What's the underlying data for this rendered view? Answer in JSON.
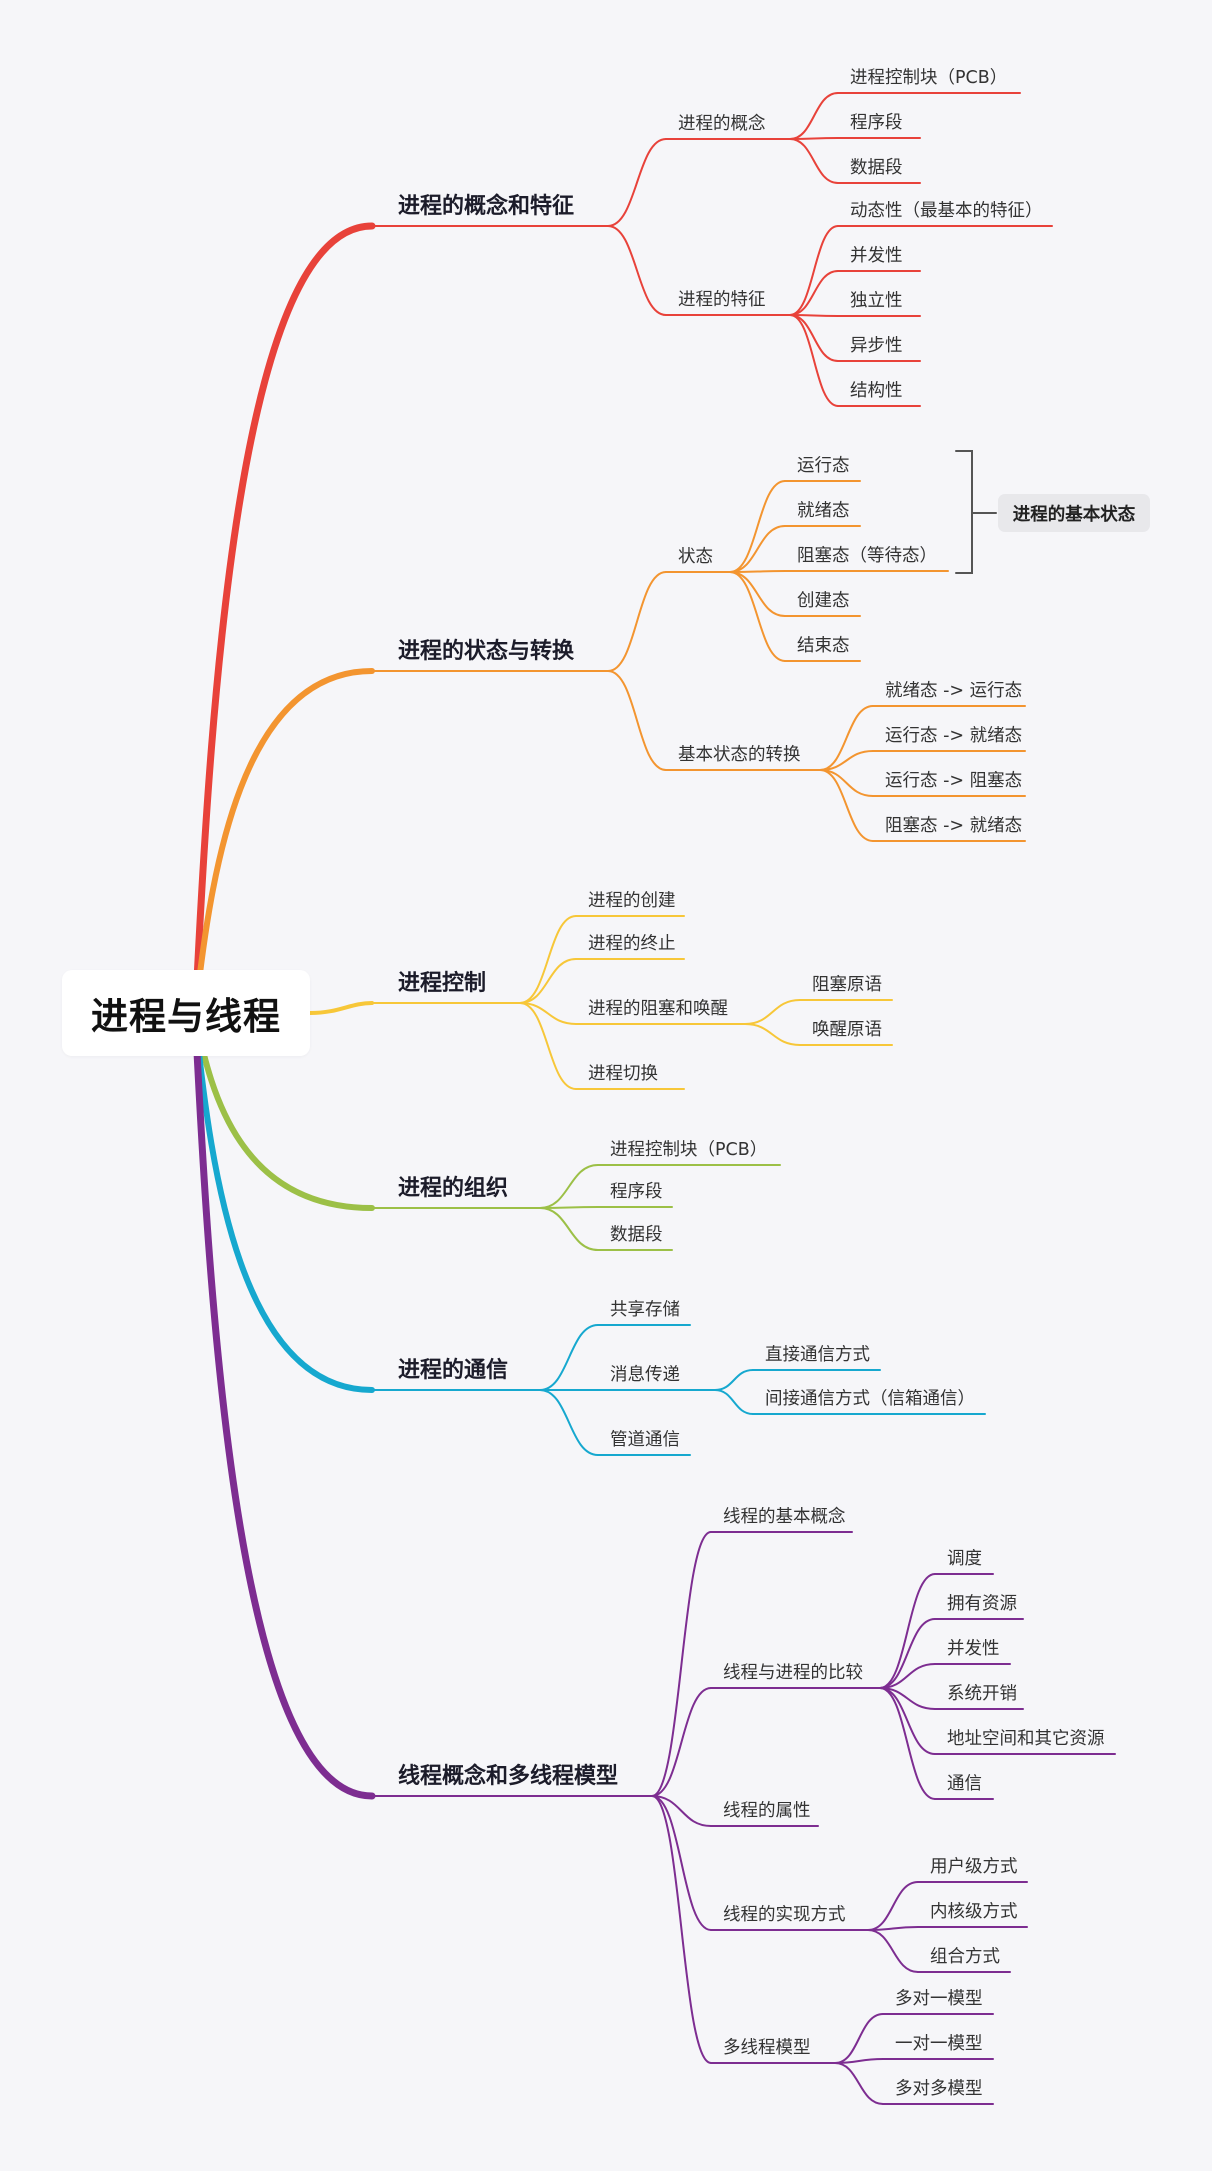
{
  "root": "进程与线程",
  "branches": [
    {
      "label": "进程的概念和特征",
      "color": "#e8423a",
      "children": [
        {
          "label": "进程的概念",
          "children": [
            {
              "label": "进程控制块（PCB）"
            },
            {
              "label": "程序段"
            },
            {
              "label": "数据段"
            }
          ]
        },
        {
          "label": "进程的特征",
          "children": [
            {
              "label": "动态性（最基本的特征）"
            },
            {
              "label": "并发性"
            },
            {
              "label": "独立性"
            },
            {
              "label": "异步性"
            },
            {
              "label": "结构性"
            }
          ]
        }
      ]
    },
    {
      "label": "进程的状态与转换",
      "color": "#f39530",
      "children": [
        {
          "label": "状态",
          "children": [
            {
              "label": "运行态"
            },
            {
              "label": "就绪态"
            },
            {
              "label": "阻塞态（等待态）"
            },
            {
              "label": "创建态"
            },
            {
              "label": "结束态"
            }
          ]
        },
        {
          "label": "基本状态的转换",
          "children": [
            {
              "label": "就绪态 -> 运行态"
            },
            {
              "label": "运行态 -> 就绪态"
            },
            {
              "label": "运行态 -> 阻塞态"
            },
            {
              "label": "阻塞态 -> 就绪态"
            }
          ]
        }
      ]
    },
    {
      "label": "进程控制",
      "color": "#f7c739",
      "children": [
        {
          "label": "进程的创建"
        },
        {
          "label": "进程的终止"
        },
        {
          "label": "进程的阻塞和唤醒",
          "children": [
            {
              "label": "阻塞原语"
            },
            {
              "label": "唤醒原语"
            }
          ]
        },
        {
          "label": "进程切换"
        }
      ]
    },
    {
      "label": "进程的组织",
      "color": "#9cc047",
      "children": [
        {
          "label": "进程控制块（PCB）"
        },
        {
          "label": "程序段"
        },
        {
          "label": "数据段"
        }
      ]
    },
    {
      "label": "进程的通信",
      "color": "#16a8cf",
      "children": [
        {
          "label": "共享存储"
        },
        {
          "label": "消息传递",
          "children": [
            {
              "label": "直接通信方式"
            },
            {
              "label": "间接通信方式（信箱通信）"
            }
          ]
        },
        {
          "label": "管道通信"
        }
      ]
    },
    {
      "label": "线程概念和多线程模型",
      "color": "#7d2d91",
      "children": [
        {
          "label": "线程的基本概念"
        },
        {
          "label": "线程与进程的比较",
          "children": [
            {
              "label": "调度"
            },
            {
              "label": "拥有资源"
            },
            {
              "label": "并发性"
            },
            {
              "label": "系统开销"
            },
            {
              "label": "地址空间和其它资源"
            },
            {
              "label": "通信"
            }
          ]
        },
        {
          "label": "线程的属性"
        },
        {
          "label": "线程的实现方式",
          "children": [
            {
              "label": "用户级方式"
            },
            {
              "label": "内核级方式"
            },
            {
              "label": "组合方式"
            }
          ]
        },
        {
          "label": "多线程模型",
          "children": [
            {
              "label": "多对一模型"
            },
            {
              "label": "一对一模型"
            },
            {
              "label": "多对多模型"
            }
          ]
        }
      ]
    }
  ],
  "summary": {
    "label": "进程的基本状态",
    "bracket_color": "#555555"
  }
}
